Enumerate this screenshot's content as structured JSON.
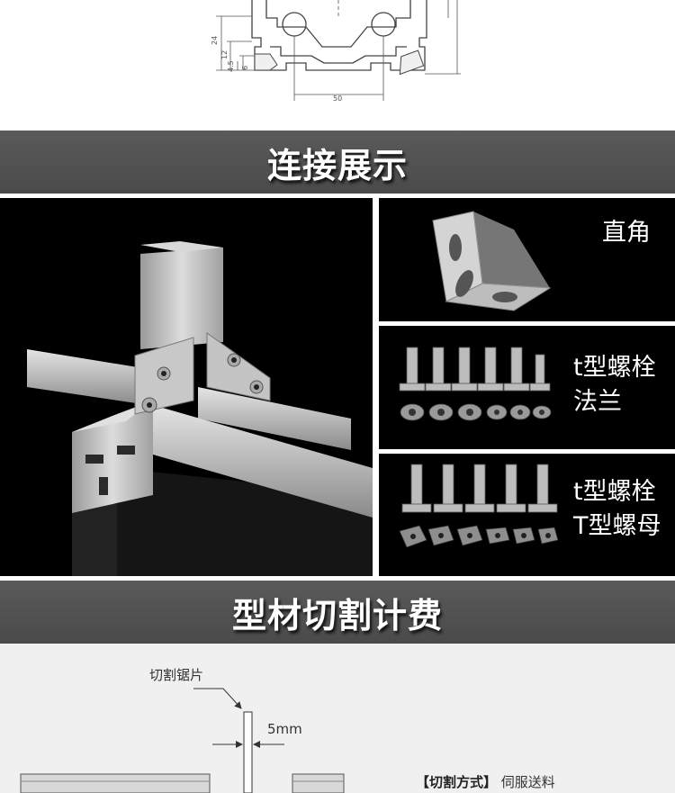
{
  "drawing": {
    "dim_labels": [
      "24",
      "12",
      "4.5",
      "6",
      "50"
    ]
  },
  "section1": {
    "title": "连接展示"
  },
  "showcase": {
    "panels": [
      {
        "label_lines": [
          "直角"
        ],
        "icon": "corner-bracket"
      },
      {
        "label_lines": [
          "t型螺栓",
          "法兰"
        ],
        "icon": "t-bolts-with-flange-nuts"
      },
      {
        "label_lines": [
          "t型螺栓",
          "T型螺母"
        ],
        "icon": "t-bolts-with-t-nuts"
      }
    ]
  },
  "section2": {
    "title": "型材切割计费"
  },
  "cutting": {
    "blade_label": "切割锯片",
    "width_label": "5mm",
    "method_title": "【切割方式】",
    "method_value": "伺服送料"
  },
  "colors": {
    "banner": "#505050",
    "panel": "#000000",
    "cut_bg": "#f0f0f0"
  }
}
